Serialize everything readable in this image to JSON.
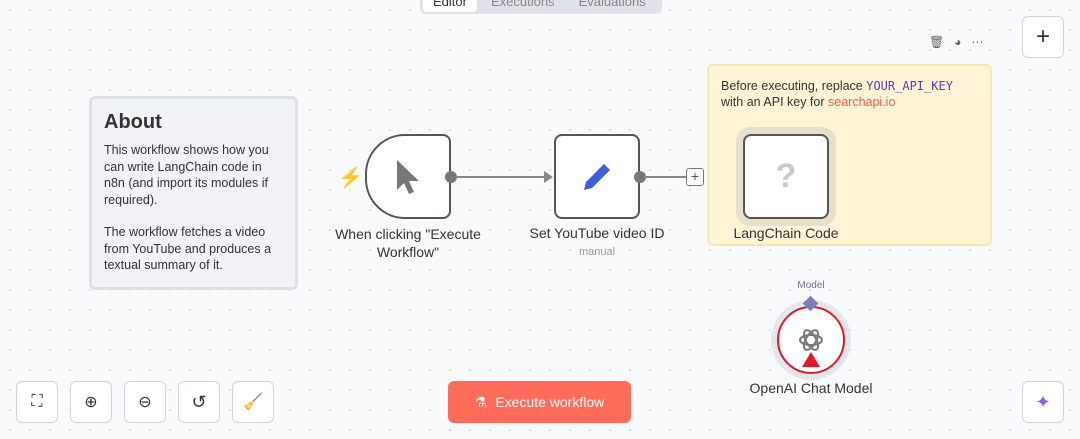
{
  "tabs": [
    "Editor",
    "Executions",
    "Evaluations"
  ],
  "about": {
    "title": "About",
    "p1": "This workflow shows how you can write LangChain code in n8n (and import its modules if required).",
    "p2": "The workflow fetches a video from YouTube and produces a textual summary of it."
  },
  "nodes": {
    "trigger": "When clicking \"Execute Workflow\"",
    "set": "Set YouTube video ID",
    "set_sub": "manual",
    "langchain": "LangChain Code",
    "openai": "OpenAI Chat Model",
    "model_port": "Model"
  },
  "note": {
    "text1": "Before executing, replace ",
    "key": "YOUR_API_KEY",
    "text2": "with an API key for ",
    "link": "searchapi.io"
  },
  "execute_label": "Execute workflow",
  "colors": {
    "accent": "#ff6d5a",
    "warning": "#e0182b",
    "note": "#fff5d6"
  }
}
